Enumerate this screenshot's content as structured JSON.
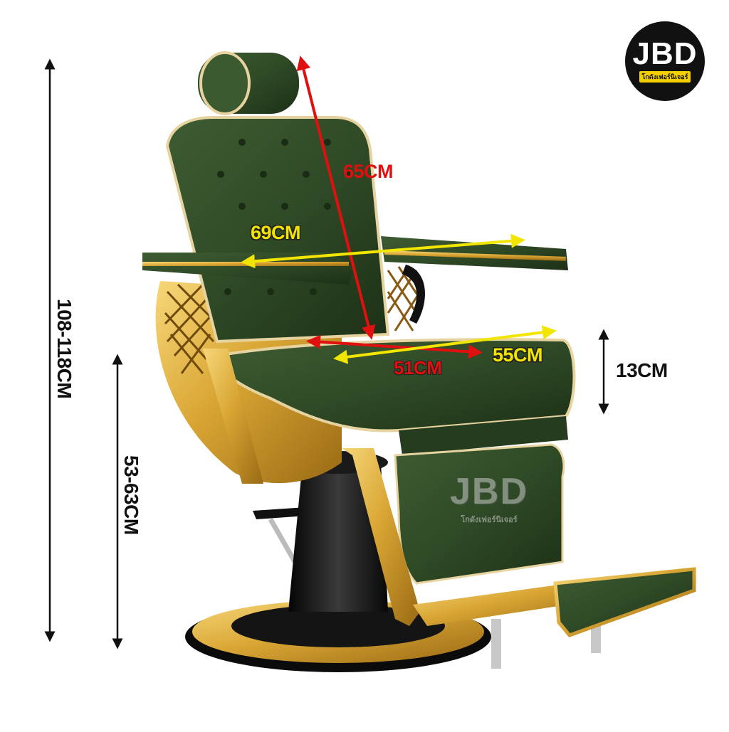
{
  "logo": {
    "main": "JBD",
    "sub": "โกดังเฟอร์นิเจอร์"
  },
  "watermark": {
    "main": "JBD",
    "sub": "โกดังเฟอร์นิเจอร์"
  },
  "dimensions": {
    "total_height": "108-118CM",
    "seat_height": "53-63CM",
    "backrest_length": "65CM",
    "arm_width": "69CM",
    "seat_depth": "51CM",
    "seat_width": "55CM",
    "seat_thickness": "13CM"
  },
  "colors": {
    "leather": "#2f4a26",
    "gold": "#d9a634",
    "black": "#111111",
    "red_arrow": "#e01010",
    "yellow_arrow": "#f2e600"
  }
}
